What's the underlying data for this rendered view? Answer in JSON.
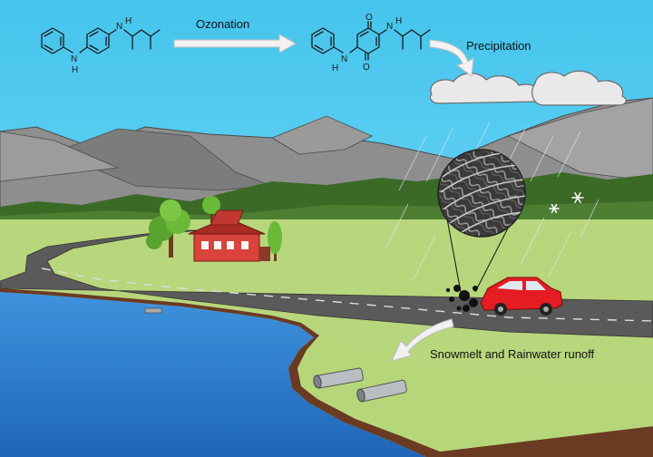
{
  "labels": {
    "ozonation": "Ozonation",
    "precipitation": "Precipitation",
    "runoff": "Snowmelt and Rainwater runoff"
  },
  "molecule_left_atoms": {
    "n1": "N",
    "h1": "H",
    "n2": "N",
    "h2": "H"
  },
  "molecule_right_atoms": {
    "n1": "N",
    "h1": "H",
    "n2": "N",
    "h2": "H",
    "o1": "O",
    "o2": "O"
  },
  "icons": [
    "snowflake-icon",
    "car-icon",
    "house-icon",
    "tree-icon",
    "cloud-icon",
    "pipe-icon",
    "tire-tread-icon"
  ],
  "colors": {
    "sky": "#48c6ec",
    "mountain": "#8a8a8a",
    "hill": "#3e6e2a",
    "field": "#b6d67a",
    "road": "#555555",
    "water": "#2f7fd0",
    "car": "#e51d22",
    "house": "#d9433c",
    "arrow": "#f0f0f0"
  }
}
